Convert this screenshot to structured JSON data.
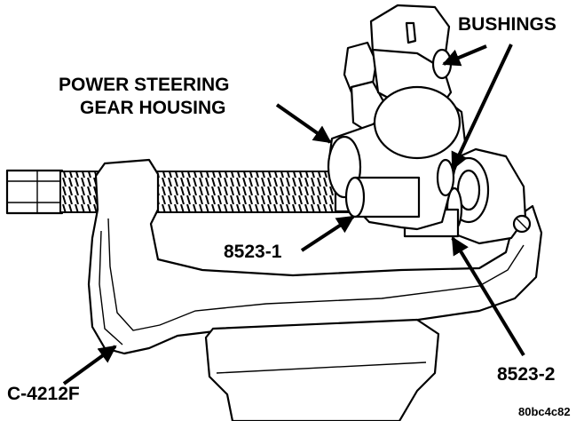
{
  "labels": {
    "bushings": "BUSHINGS",
    "housing_line1": "POWER STEERING",
    "housing_line2": "GEAR HOUSING",
    "tool_1": "8523-1",
    "tool_2": "8523-2",
    "press": "C-4212F",
    "code": "80bc4c82"
  }
}
